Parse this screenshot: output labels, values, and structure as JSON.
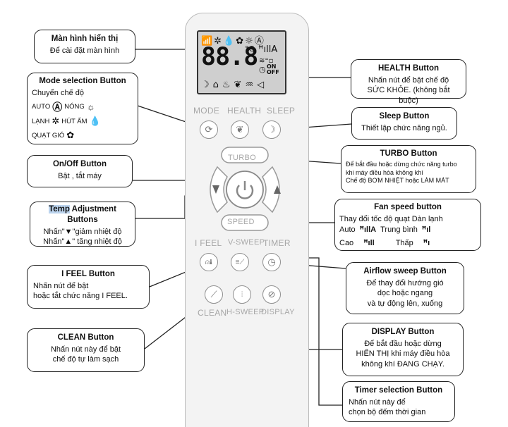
{
  "callouts": {
    "display": {
      "title": "Màn hình hiển thị",
      "desc": "Để cài đặt màn hình"
    },
    "mode": {
      "title": "Mode selection Button",
      "desc": "Chuyển chế độ",
      "auto": "AUTO",
      "cool": "LẠNH",
      "heat": "NÓNG",
      "dry": "HÚT ẨM",
      "fan": "QUẠT GIÓ"
    },
    "onoff": {
      "title": "On/Off Button",
      "desc": "Bật , tắt máy"
    },
    "temp": {
      "title_hl": "Temp",
      "title": " Adjustment Buttons",
      "line1": "Nhấn\"▼\"giảm nhiệt độ",
      "line2": "Nhấn\"▲\" tăng nhiệt độ"
    },
    "ifeel": {
      "title": "I FEEL Button",
      "line1": "Nhấn nút để bật",
      "line2": "hoặc tắt chức năng I FEEL."
    },
    "clean": {
      "title": "CLEAN Button",
      "line1": "Nhấn nút này để bật",
      "line2": "chế độ tự làm sạch"
    },
    "health": {
      "title": "HEALTH Button",
      "line1": "Nhấn nút để bật chế độ",
      "line2": "SỨC KHỎE. (không bắt buộc)"
    },
    "sleep": {
      "title": "Sleep Button",
      "desc": "Thiết lập chức năng ngủ."
    },
    "turbo": {
      "title": "TURBO Button",
      "line1": "Để bắt đầu hoặc dừng chức năng turbo",
      "line2": "khi máy điều hòa không khí",
      "line3": "Chế độ BƠM NHIỆT hoặc LÀM MÁT"
    },
    "fan": {
      "title": "Fan speed button",
      "line1": "Thay đổi tốc độ quạt Dàn lạnh",
      "auto": "Auto",
      "medium": "Trung bình",
      "high": "Cao",
      "low": "Thấp"
    },
    "airflow": {
      "title": "Airflow sweep Button",
      "line1": "Để thay đổi hướng gió",
      "line2": "dọc hoặc  ngang",
      "line3": "và tự động lên, xuống"
    },
    "displaybtn": {
      "title": "DISPLAY Button",
      "line1": "Để bắt đầu hoặc dừng",
      "line2": "HIỂN THỊ khi máy điều hòa",
      "line3": "không khí ĐANG CHẠY."
    },
    "timer": {
      "title": "Timer selection  Button",
      "line1": "Nhấn nút này để",
      "line2": "chọn bộ đếm thời gian"
    }
  },
  "remote": {
    "lcd": {
      "digits": "88.8",
      "unit": "°C",
      "on": "ON",
      "off": "OFF",
      "fan_a": "A"
    },
    "labels": {
      "mode": "MODE",
      "health": "HEALTH",
      "sleep": "SLEEP",
      "turbo": "TURBO",
      "speed": "SPEED",
      "ifeel": "I FEEL",
      "vsweep": "V-SWEEP",
      "timer": "TIMER",
      "clean": "CLEAN",
      "hsweep": "H-SWEEP",
      "display": "DISPLAY"
    }
  }
}
